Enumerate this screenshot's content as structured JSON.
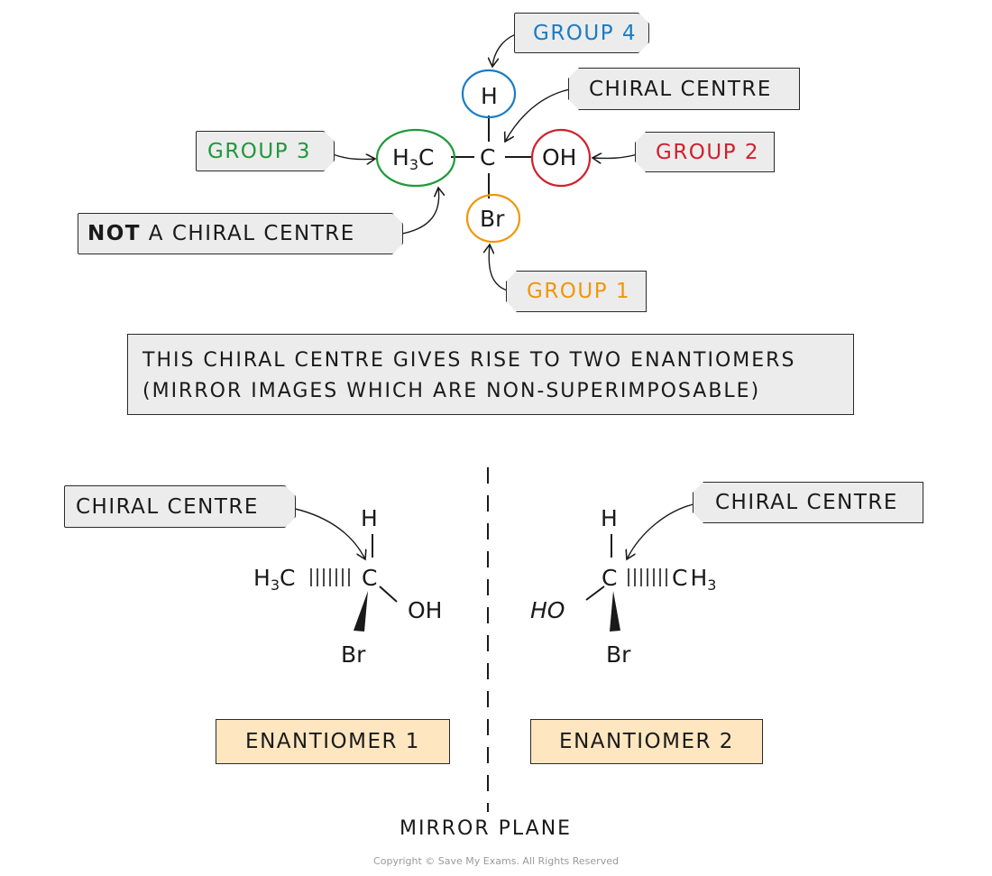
{
  "colors": {
    "group1": "#f0960a",
    "group2": "#d0202e",
    "group3": "#1e9a3c",
    "group4": "#1a7cc4",
    "label_bg": "#ececec",
    "enantiomer_bg": "#fde6c0",
    "ink": "#1a1a1a"
  },
  "top_molecule": {
    "center": "C",
    "groups": {
      "top": "H",
      "left": {
        "main": "H",
        "sub": "3",
        "tail": "C"
      },
      "right": "OH",
      "bottom": "Br"
    },
    "labels": {
      "group4": "GROUP 4",
      "chiral_centre": "CHIRAL  CENTRE",
      "group3": "GROUP 3",
      "group2": "GROUP 2",
      "not_chiral_bold": "NOT",
      "not_chiral_rest": " A  CHIRAL  CENTRE",
      "group1": "GROUP 1"
    }
  },
  "info_box": {
    "line1": "THIS  CHIRAL  CENTRE  GIVES  RISE  TO  TWO  ENANTIOMERS",
    "line2": "(MIRROR  IMAGES  WHICH  ARE  NON-SUPERIMPOSABLE)"
  },
  "enantiomer1": {
    "label": "CHIRAL  CENTRE",
    "top": "H",
    "center": "C",
    "left": {
      "main": "H",
      "sub": "3",
      "tail": "C"
    },
    "right": "OH",
    "bottom": "Br",
    "name": "ENANTIOMER  1"
  },
  "enantiomer2": {
    "label": "CHIRAL  CENTRE",
    "top": "H",
    "center": "C",
    "right": {
      "main": "C",
      "tail": "H",
      "sub": "3"
    },
    "left": "HO",
    "bottom": "Br",
    "name": "ENANTIOMER  2"
  },
  "mirror_plane_label": "MIRROR   PLANE",
  "copyright": "Copyright © Save My Exams. All Rights Reserved"
}
